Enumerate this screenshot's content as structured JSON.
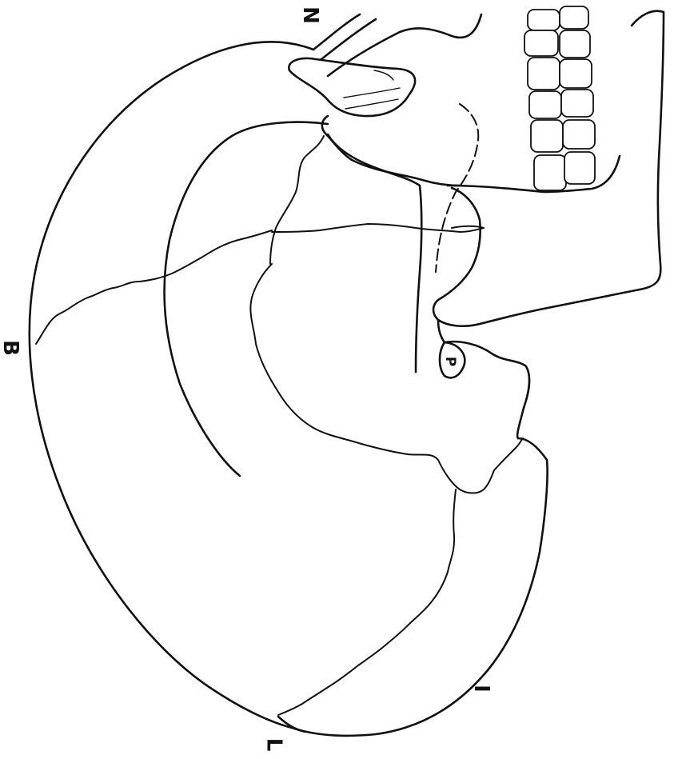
{
  "figure": {
    "labels": {
      "nasion": "N",
      "bregma": "B",
      "inion": "I",
      "lambda": "L",
      "porion": "P"
    },
    "line_color": "#111111",
    "background_color": "#ffffff"
  }
}
